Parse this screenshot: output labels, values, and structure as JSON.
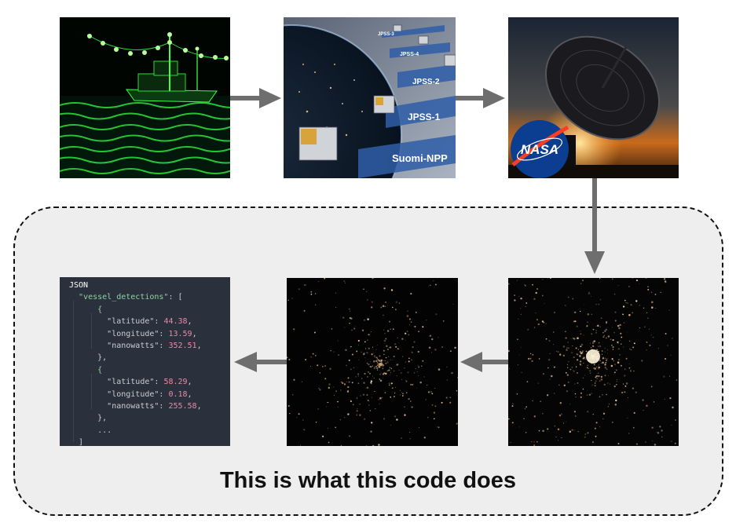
{
  "caption": "This is what this code does",
  "satellite_labels": [
    "JPSS-3",
    "JPSS-4",
    "JPSS-2",
    "JPSS-1",
    "Suomi-NPP"
  ],
  "logo_text": "NASA",
  "code_panel": {
    "header": "JSON",
    "key_root": "\"vessel_detections\"",
    "open_bracket": "[",
    "open_brace": "{",
    "close_brace": "},",
    "ellipsis": "...",
    "close_bracket": "]",
    "detections": [
      {
        "lat_key": "\"latitude\"",
        "lat": "44.38",
        "lon_key": "\"longitude\"",
        "lon": "13.59",
        "nw_key": "\"nanowatts\"",
        "nw": "352.51"
      },
      {
        "lat_key": "\"latitude\"",
        "lat": "58.29",
        "lon_key": "\"longitude\"",
        "lon": "0.18",
        "nw_key": "\"nanowatts\"",
        "nw": "255.58"
      }
    ]
  },
  "colors": {
    "arrow": "#6e6e6e",
    "panel_bg": "#eeeeee",
    "code_bg": "#2a313c",
    "json_key": "#8fd1a4",
    "json_number": "#e68aa7",
    "nasa_blue": "#0b3d91",
    "nasa_red": "#fc3d21",
    "boat_green": "#3cff4a"
  }
}
